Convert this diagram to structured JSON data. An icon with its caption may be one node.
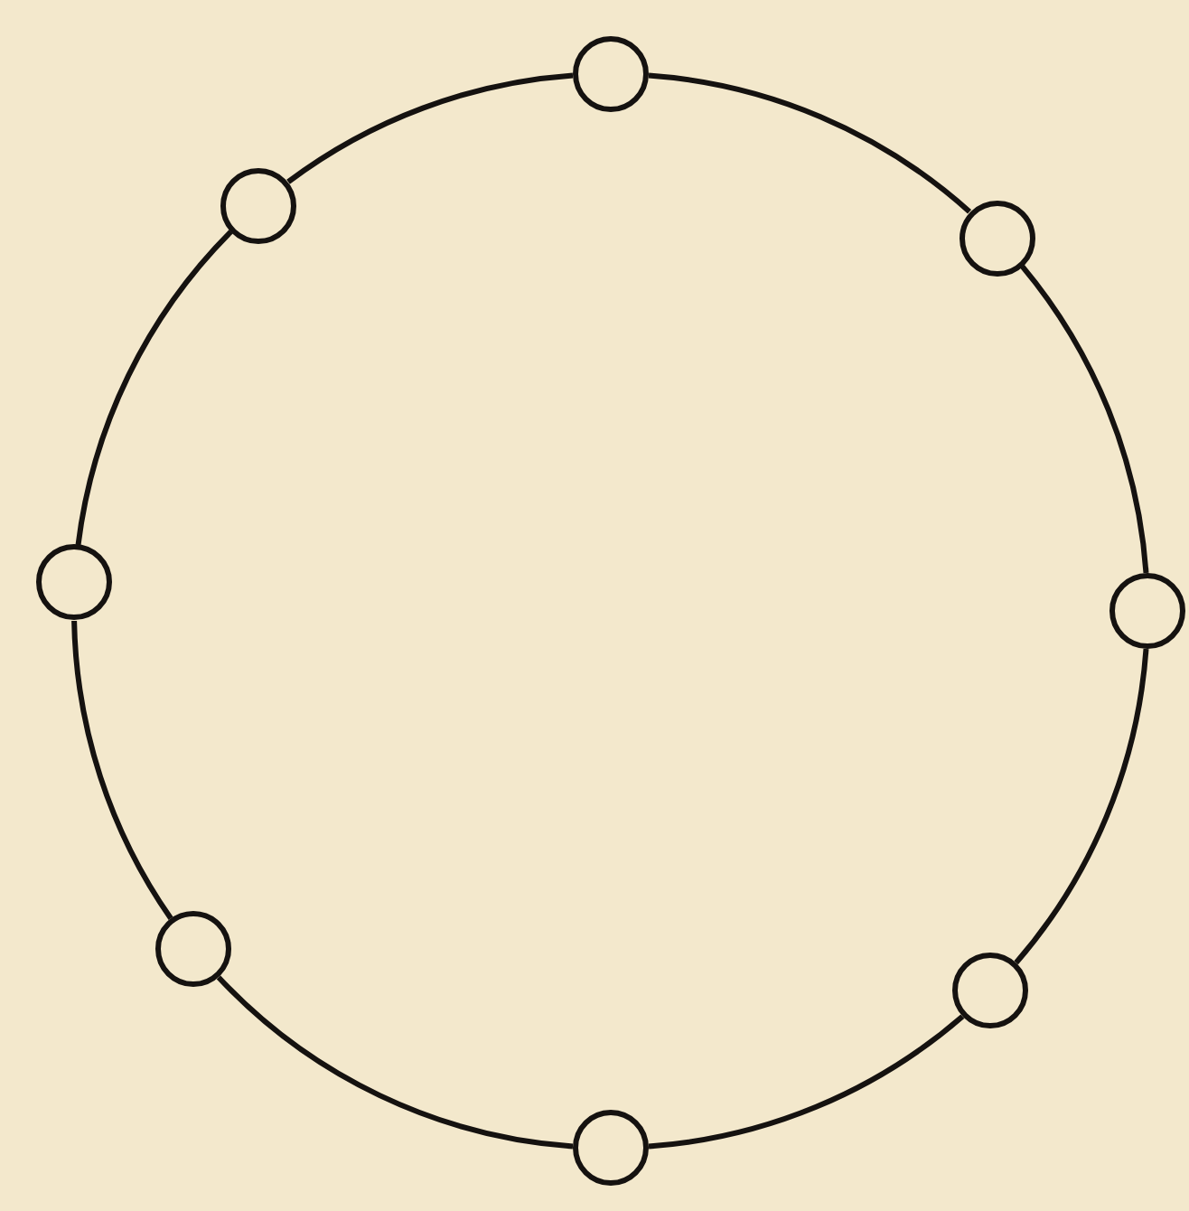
{
  "diagram": {
    "nodes": [
      {
        "text": [],
        "shape": "circle"
      },
      {
        "text": [],
        "shape": "circle"
      },
      {
        "text": [],
        "shape": "circle"
      },
      {
        "text": [],
        "shape": "circle"
      },
      {
        "text": [],
        "shape": "circle"
      },
      {
        "text": [],
        "shape": "circle"
      },
      {
        "text": [],
        "shape": "circle"
      },
      {
        "text": [],
        "shape": "circle"
      }
    ],
    "edges": [
      {
        "from": 0,
        "to": 2,
        "arrow": "none"
      },
      {
        "from": 2,
        "to": 4,
        "arrow": "none"
      },
      {
        "from": 4,
        "to": 6,
        "arrow": "none"
      },
      {
        "from": 6,
        "to": 7,
        "arrow": "none"
      },
      {
        "from": 7,
        "to": 5,
        "arrow": "none"
      },
      {
        "from": 5,
        "to": 3,
        "arrow": "none"
      },
      {
        "from": 3,
        "to": 1,
        "arrow": "none"
      },
      {
        "from": 1,
        "to": 0,
        "arrow": "none"
      }
    ]
  }
}
